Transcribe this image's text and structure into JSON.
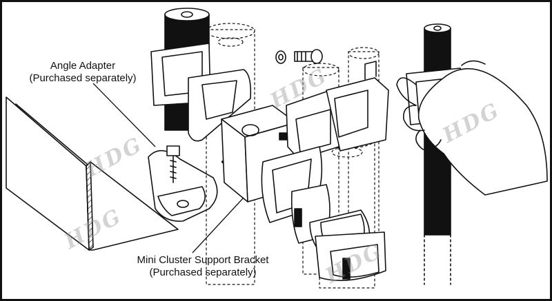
{
  "labels": {
    "angle_adapter": {
      "line1": "Angle Adapter",
      "line2": "(Purchased separately)"
    },
    "mini_cluster_bracket": {
      "line1": "Mini Cluster Support Bracket",
      "line2": "(Purchased separately)"
    }
  },
  "watermark": {
    "text": "HDG"
  },
  "colors": {
    "line": "#111111",
    "frame": "#111111",
    "watermark": "#969696"
  }
}
